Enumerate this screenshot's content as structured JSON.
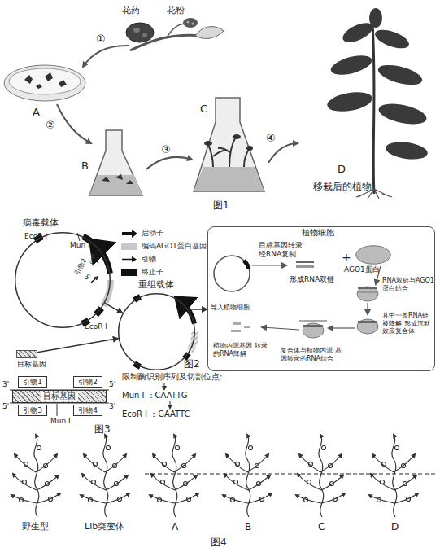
{
  "diagram": {
    "nodes": [
      {
        "text": [
          "病毒载体"
        ]
      },
      {
        "text": [
          "目标基因"
        ]
      },
      {
        "text": [
          "重组载体"
        ]
      },
      {
        "text": [
          "植物细胞"
        ]
      },
      {
        "text": [
          "AGO1蛋白"
        ],
        "in": 3
      },
      {
        "text": [
          "引物1"
        ]
      },
      {
        "text": [
          "引物2"
        ]
      },
      {
        "text": [
          "目标基因"
        ]
      },
      {
        "text": [
          "引物3"
        ]
      },
      {
        "text": [
          "引物4"
        ]
      }
    ],
    "edges": [
      {
        "from": 0,
        "to": 2,
        "arrow": "to"
      },
      {
        "from": 1,
        "to": 2,
        "arrow": "to"
      },
      {
        "from": 2,
        "to": 3,
        "arrow": "to",
        "label": "导入植物细胞"
      }
    ],
    "labels": [
      "花药",
      "花粉",
      "①",
      "A",
      "②",
      "B",
      "③",
      "C",
      "④",
      "D",
      "移栽后的植物",
      "图1",
      "EcoR Ⅰ",
      "Mun Ⅰ",
      "引物1",
      "引物2",
      "5'",
      "3'",
      "EcoR Ⅰ",
      "目标基因转录 经RNA复制",
      "形成RNA双链",
      "+",
      "RNA双链与AGO1 蛋白结合",
      "其中一条RNA链被降解 形成沉默效应复合体",
      "复合体与植物内源 基因转录的RNA结合",
      "植物内源基因 转录的RNA降解",
      "图2",
      "3'",
      "5'",
      "5'",
      "3'",
      "Mun Ⅰ",
      "图3",
      "限制酶识别序列及切割位点:",
      "Mun Ⅰ ：CAATTG",
      "EcoR Ⅰ ：GAATTC",
      "野生型",
      "Lib突变体",
      "A",
      "B",
      "C",
      "D",
      "图4"
    ],
    "legend": [
      {
        "text": "启动子"
      },
      {
        "text": "编码AGO1蛋白基因",
        "color": "#c8c8c8"
      },
      {
        "text": "引物"
      },
      {
        "text": "终止子",
        "color": "#111111"
      }
    ]
  }
}
